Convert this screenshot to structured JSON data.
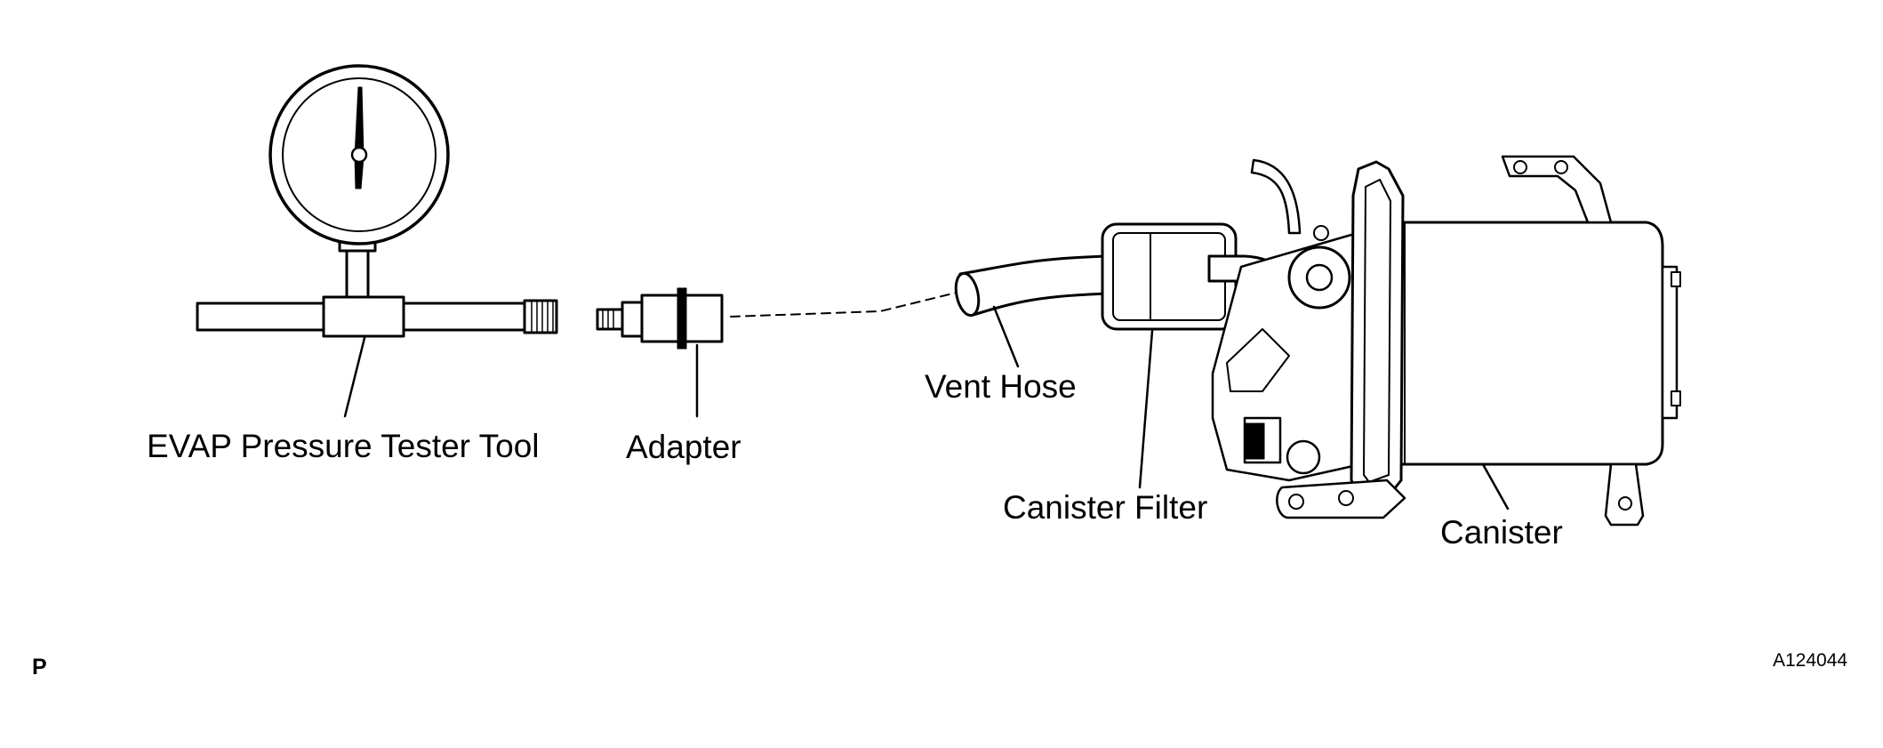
{
  "labels": {
    "tester_tool": "EVAP Pressure Tester Tool",
    "adapter": "Adapter",
    "vent_hose": "Vent Hose",
    "canister_filter": "Canister Filter",
    "canister": "Canister"
  },
  "footer": {
    "left_mark": "P",
    "figure_code": "A124044"
  },
  "colors": {
    "line": "#000000",
    "fill": "#ffffff",
    "background": "#ffffff"
  }
}
